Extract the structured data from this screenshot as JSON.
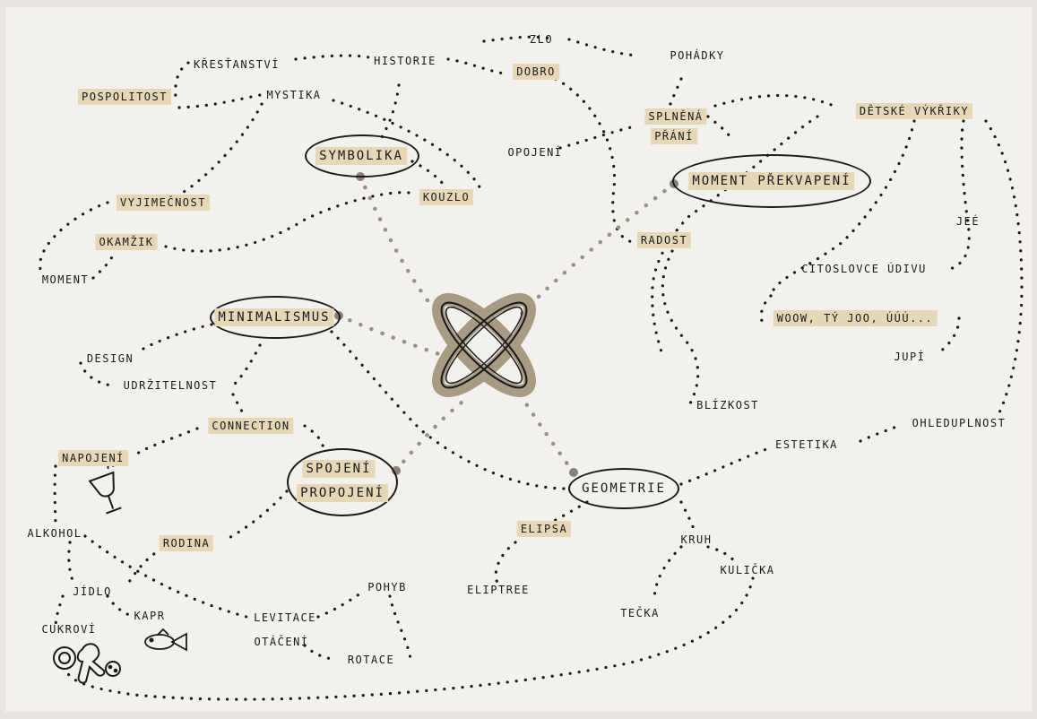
{
  "center": {
    "icon": "crossed-ellipses-icon",
    "fill": "#a89b83"
  },
  "colors": {
    "paper": "#f3f1ed",
    "ink": "#1a1a1a",
    "highlight": "#e6d7b6",
    "connector": "#9a9184"
  },
  "hubs": {
    "symbolika": "SYMBOLIKA",
    "minimalismus": "MINIMALISMUS",
    "moment_prekvapeni": "MOMENT PŘEKVAPENÍ",
    "spojeni": "SPOJENÍ",
    "propojeni": "PROPOJENÍ",
    "geometrie": "GEOMETRIE"
  },
  "terms": {
    "zlo": "ZLO",
    "historie": "HISTORIE",
    "krestanstvi": "KŘESŤANSTVÍ",
    "dobro": "DOBRO",
    "pohadky": "POHÁDKY",
    "pospolitost": "POSPOLITOST",
    "mystika": "MYSTIKA",
    "splnena": "SPLNĚNÁ",
    "prani": "PŘÁNÍ",
    "detske_vykriky": "DĚTSKÉ VÝKŘIKY",
    "opojeni": "OPOJENÍ",
    "kouzlo": "KOUZLO",
    "vyjimecnost": "VYJIMEČNOST",
    "jee": "JEÉ",
    "okamzik": "OKAMŽIK",
    "radost": "RADOST",
    "moment": "MOMENT",
    "citoslovce_udivu": "CITOSLOVCE ÚDIVU",
    "woow": "WOOW, TÝ JOO, ÚÚÚ...",
    "design": "DESIGN",
    "jupi": "JUPÍ",
    "udrzitelnost": "UDRŽITELNOST",
    "blizkost": "BLÍZKOST",
    "connection": "CONNECTION",
    "ohleduplnost": "OHLEDUPLNOST",
    "estetika": "ESTETIKA",
    "napojeni": "NAPOJENÍ",
    "alkohol": "ALKOHOL",
    "elipsa": "ELIPSA",
    "kruh": "KRUH",
    "rodina": "RODINA",
    "kulicka": "KULIČKA",
    "jidlo": "JÍDLO",
    "pohyb": "POHYB",
    "eliptree": "ELIPTREE",
    "kapr": "KAPR",
    "cukrovi": "CUKROVÍ",
    "levitace": "LEVITACE",
    "tecka": "TEČKA",
    "otaceni": "OTÁČENÍ",
    "rotace": "ROTACE"
  },
  "icons": [
    "wine-glass-icon",
    "fish-icon",
    "cookies-icon"
  ]
}
